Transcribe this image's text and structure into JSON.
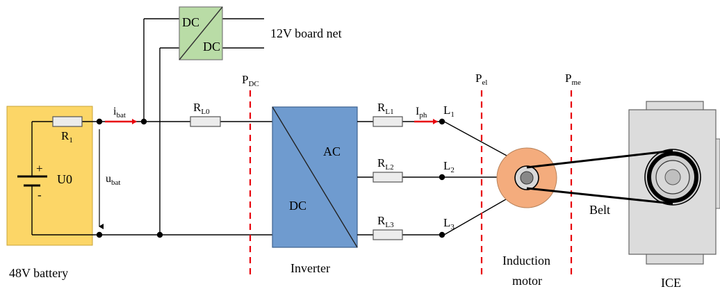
{
  "converter": {
    "top": "DC",
    "bottom": "DC",
    "output_label": "12V board net"
  },
  "battery": {
    "label": "48V battery",
    "resistor": "R",
    "resistor_sub": "1",
    "source": "U0",
    "plus": "+",
    "minus": "-",
    "voltage": "u",
    "voltage_sub": "bat"
  },
  "current_bat": {
    "main": "i",
    "sub": "bat"
  },
  "current_ph": {
    "main": "I",
    "sub": "ph"
  },
  "resistors": {
    "rl0": {
      "main": "R",
      "sub": "L0"
    },
    "rl1": {
      "main": "R",
      "sub": "L1"
    },
    "rl2": {
      "main": "R",
      "sub": "L2"
    },
    "rl3": {
      "main": "R",
      "sub": "L3"
    }
  },
  "phases": {
    "l1": {
      "main": "L",
      "sub": "1"
    },
    "l2": {
      "main": "L",
      "sub": "2"
    },
    "l3": {
      "main": "L",
      "sub": "3"
    }
  },
  "power": {
    "dc": {
      "main": "P",
      "sub": "DC"
    },
    "el": {
      "main": "P",
      "sub": "el"
    },
    "me": {
      "main": "P",
      "sub": "me"
    }
  },
  "inverter": {
    "label": "Inverter",
    "ac": "AC",
    "dc": "DC"
  },
  "motor": {
    "label_1": "Induction",
    "label_2": "motor"
  },
  "belt_label": "Belt",
  "ice_label": "ICE",
  "colors": {
    "battery_fill": "#fcd667",
    "converter_fill": "#b9dca6",
    "inverter_fill": "#6f9bcf",
    "motor_fill": "#f4ac7d",
    "ice_fill": "#dcdcdc",
    "accent_red": "#e8000b"
  }
}
